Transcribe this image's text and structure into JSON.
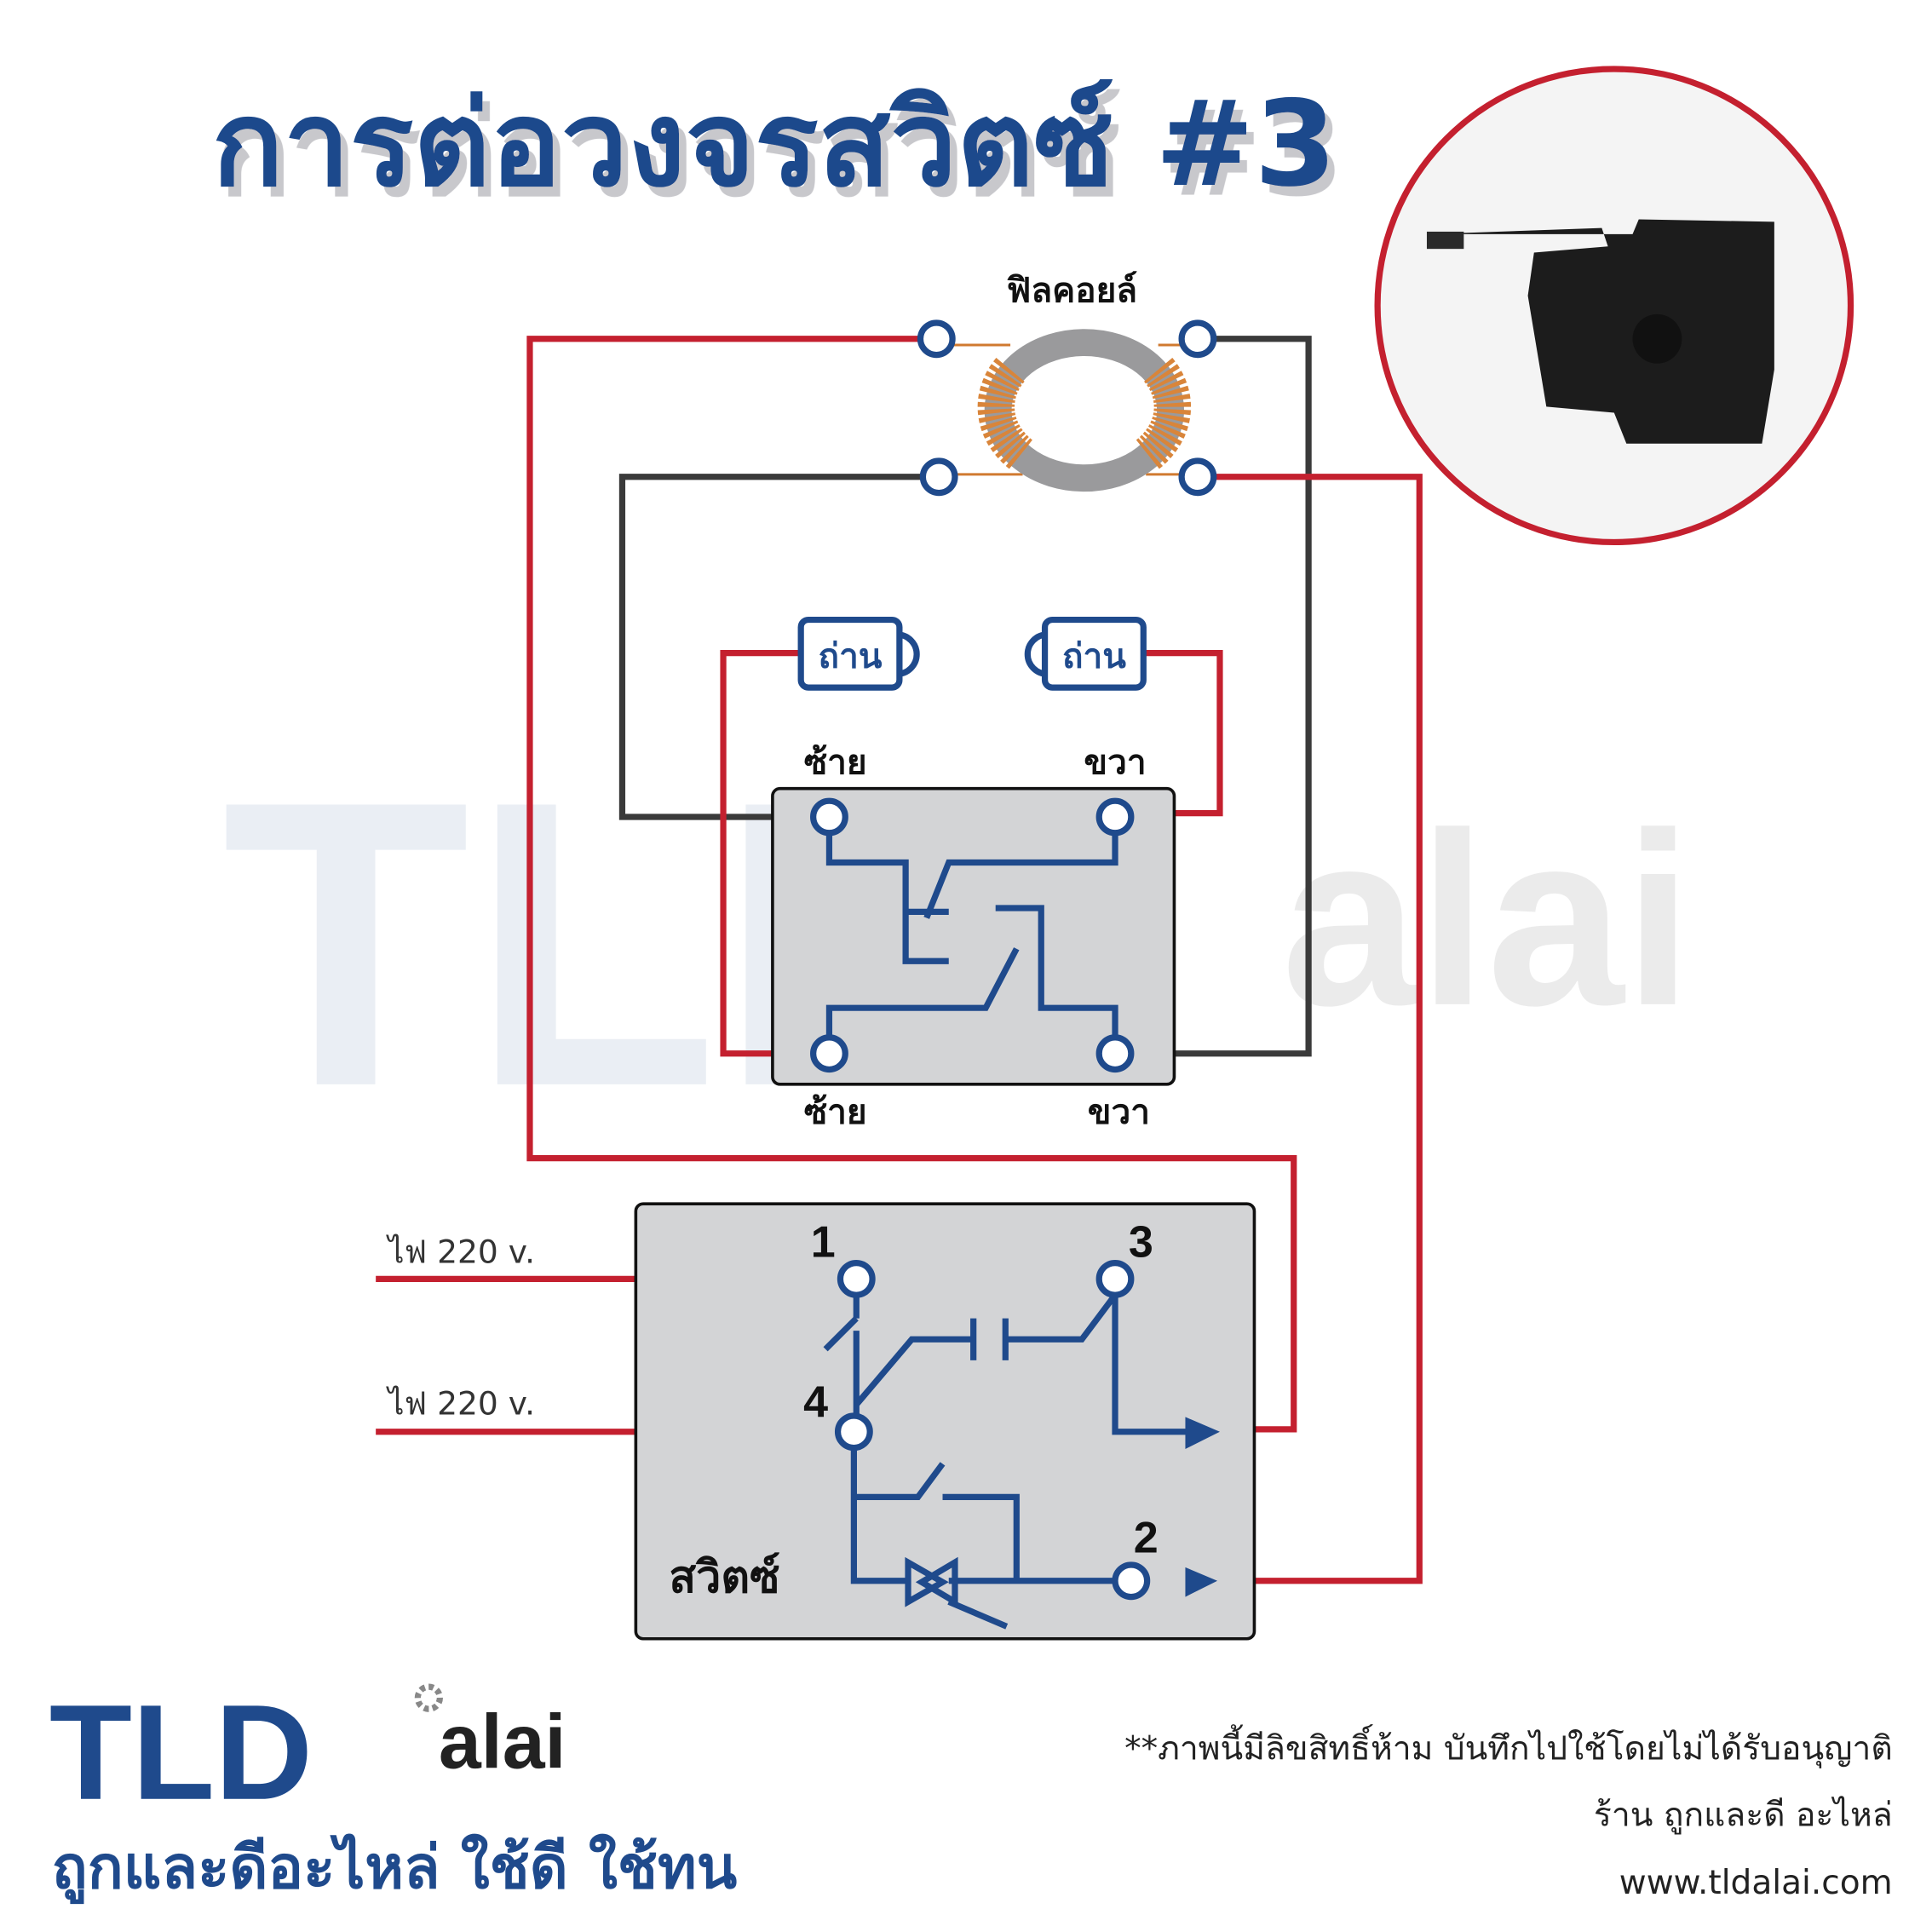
{
  "title": "การต่อวงจรสวิตซ์ #3",
  "field_coil_label": "ฟิลคอยล์",
  "brush_left_label": "ถ่าน",
  "brush_right_label": "ถ่าน",
  "reverse_switch": {
    "top_left": "ซ้าย",
    "top_right": "ขวา",
    "bottom_left": "ซ้าย",
    "bottom_right": "ขวา"
  },
  "switch": {
    "label": "สวิตซ์",
    "terminals": [
      "1",
      "2",
      "3",
      "4"
    ],
    "input_1": "ไฟ 220 v.",
    "input_2": "ไฟ 220 v."
  },
  "watermark": {
    "big": "TLD",
    "small": "alai"
  },
  "logo": {
    "big": "TLD",
    "small": "alai",
    "slogan": "ถูกและดีอะไหล่ ใช้ดี ใช้ทน"
  },
  "footer": {
    "notice": "**ภาพนี้มีลิขสิทธิ์ห้าม บันทึกไปใช้โดยไม่ได้รับอนุญาติ",
    "shop": "ร้าน ถูกและดี อะไหล่",
    "website": "www.tldalai.com"
  },
  "colors": {
    "blue": "#1f4a8c",
    "red": "#c4202f",
    "dark": "#3a3a3a",
    "box": "#d3d4d6"
  }
}
